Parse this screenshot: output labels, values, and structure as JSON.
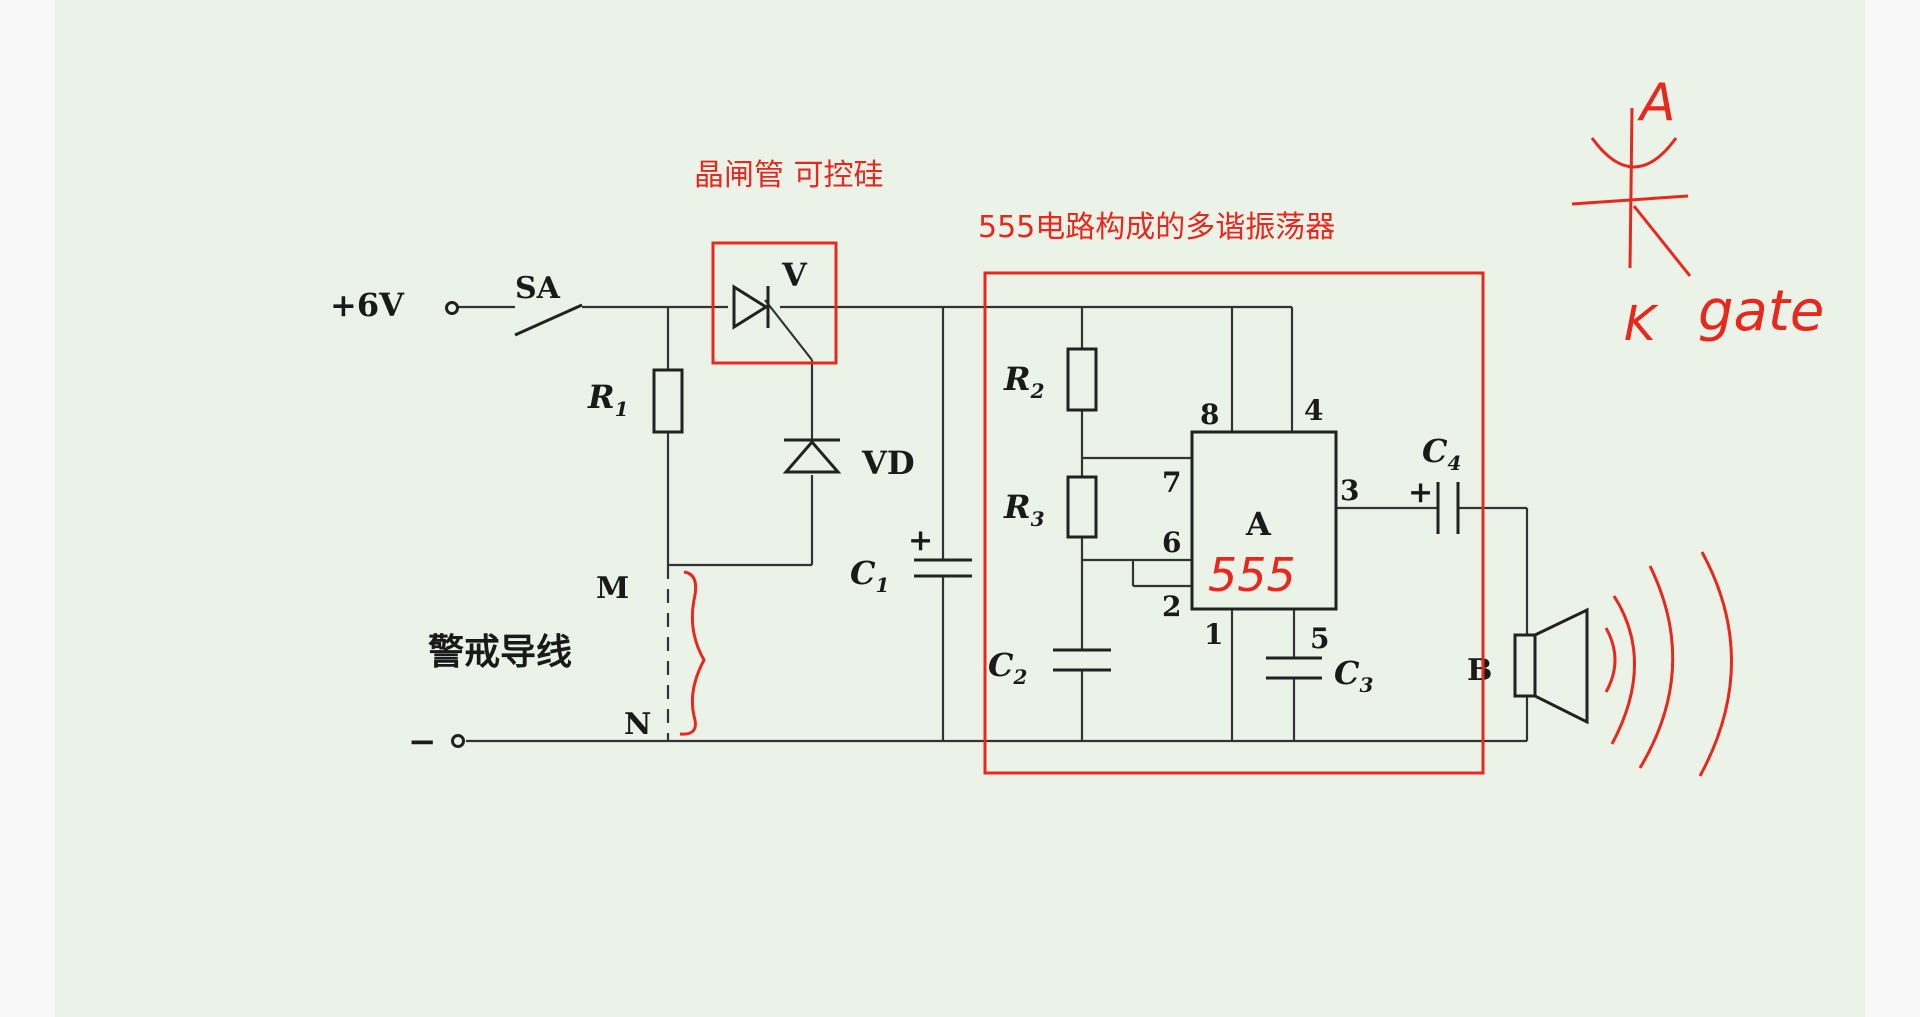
{
  "annotations": {
    "thyristor_note": "晶闸管  可控硅",
    "oscillator_note": "555电路构成的多谐振荡器",
    "ic_handwritten": "555",
    "sym_anode": "A",
    "sym_cathode": "K",
    "sym_gate": "gate"
  },
  "circuit": {
    "supply_pos": "+6V",
    "supply_neg": "−",
    "switch": "SA",
    "r1": "R",
    "r1_sub": "1",
    "thyristor": "V",
    "diode": "VD",
    "c1": "C",
    "c1_sub": "1",
    "r2": "R",
    "r2_sub": "2",
    "r3": "R",
    "r3_sub": "3",
    "c2": "C",
    "c2_sub": "2",
    "c3": "C",
    "c3_sub": "3",
    "c4": "C",
    "c4_sub": "4",
    "ic": "A",
    "pin8": "8",
    "pin4": "4",
    "pin7": "7",
    "pin6": "6",
    "pin2": "2",
    "pin1": "1",
    "pin5": "5",
    "pin3": "3",
    "plus_c1": "+",
    "plus_c4": "+",
    "m": "M",
    "n": "N",
    "guard_wire": "警戒导线",
    "speaker": "B"
  }
}
